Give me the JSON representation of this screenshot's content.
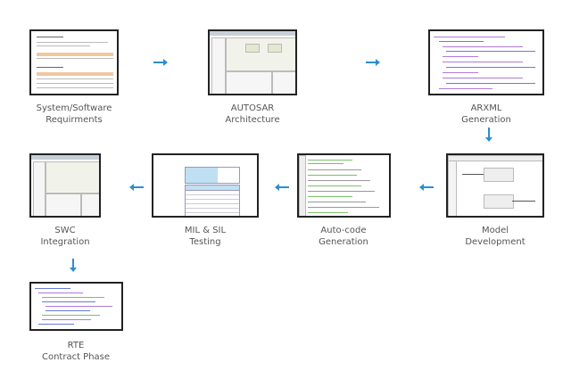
{
  "steps": [
    {
      "line1": "System/Software",
      "line2": "Requirments"
    },
    {
      "line1": "AUTOSAR",
      "line2": "Architecture"
    },
    {
      "line1": "ARXML",
      "line2": "Generation"
    },
    {
      "line1": "Model",
      "line2": "Development"
    },
    {
      "line1": "Auto-code",
      "line2": "Generation"
    },
    {
      "line1": "MIL & SIL",
      "line2": "Testing"
    },
    {
      "line1": "SWC",
      "line2": "Integration"
    },
    {
      "line1": "RTE",
      "line2": "Contract Phase"
    }
  ],
  "colors": {
    "arrow": "#2a8fd0",
    "label": "#555555"
  }
}
